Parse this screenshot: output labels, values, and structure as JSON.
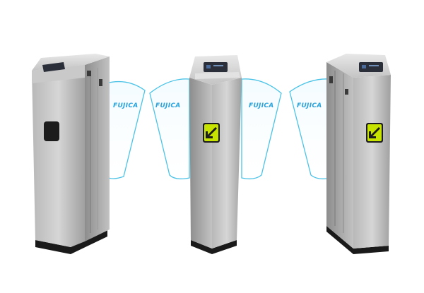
{
  "brand": {
    "name": "FUJICA",
    "text_color": "#2aa3dc"
  },
  "wings": [
    {
      "label": "FUJICA"
    },
    {
      "label": "FUJICA"
    },
    {
      "label": "FUJICA"
    },
    {
      "label": "FUJICA"
    }
  ],
  "units": [
    {
      "reader": "card-reader-slot",
      "indicator": "stop-indicator"
    },
    {
      "reader": "card-reader-display",
      "indicator": "green-arrow-indicator"
    },
    {
      "reader": "card-reader-display",
      "indicator": "green-arrow-indicator"
    }
  ],
  "colors": {
    "steel_light": "#d9d9d9",
    "steel_mid": "#a8a8a8",
    "steel_dark": "#6a6a6a",
    "base": "#1a1a1a",
    "wing_outline": "#4cc3e6",
    "arrow_bg": "#c7e300",
    "arrow": "#1c1c1c",
    "screen": "#2a2f3a"
  }
}
